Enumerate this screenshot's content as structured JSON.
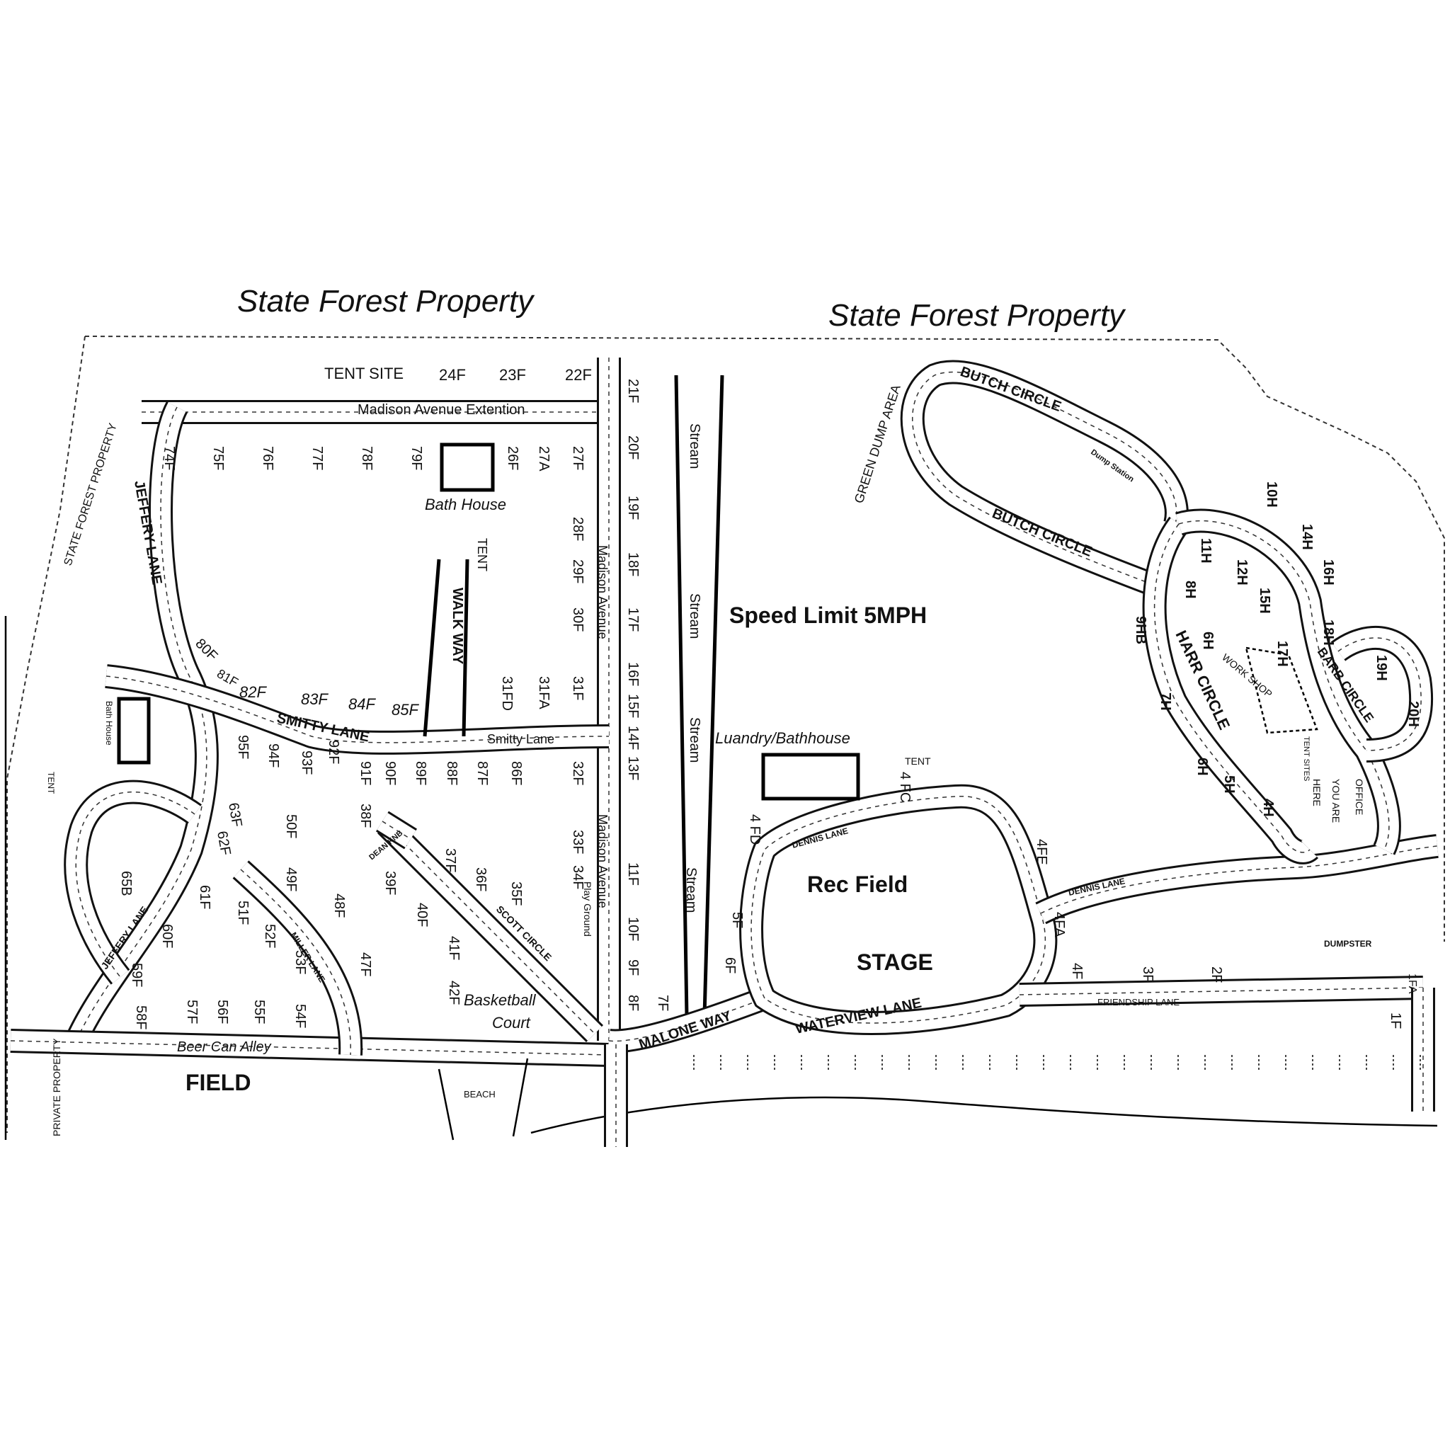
{
  "boundary_labels": {
    "top_left": "State Forest Property",
    "top_right": "State Forest Property",
    "left_vertical": "STATE FOREST PROPERTY",
    "private": "PRIVATE PROPERTY"
  },
  "roads": {
    "madison_ext": "Madison Avenue Extention",
    "madison_1": "Madison Avenue",
    "madison_2": "Madison Avenue",
    "jeffery_upper": "JEFFERY LANE",
    "jeffery_lower": "JEFFERY LANE",
    "smitty_upper": "SMITTY LANE",
    "smitty_lower": "Smitty Lane",
    "walk_way": "WALK WAY",
    "beer_can": "Beer Can Alley",
    "miller": "MILLER LANE",
    "scott": "SCOTT CIRCLE",
    "dean": "DEAN KNB",
    "malone": "MALONE WAY",
    "waterview": "WATERVIEW LANE",
    "friendship": "FRIENDSHIP LANE",
    "dennis_1": "DENNIS LANE",
    "dennis_2": "DENNIS LANE",
    "butch_1": "BUTCH CIRCLE",
    "butch_2": "BUTCH CIRCLE",
    "harr": "HARR CIRCLE",
    "barb": "BARB CIRCLE"
  },
  "places": {
    "tent_site": "TENT SITE",
    "bath_house": "Bath House",
    "bath_house_small": "Bath House",
    "tent_vertical": "TENT",
    "stream": "Stream",
    "speed_limit": "Speed Limit 5MPH",
    "laundry": "Luandry/Bathhouse",
    "tent_fc": "TENT",
    "rec_field": "Rec Field",
    "stage": "STAGE",
    "field": "FIELD",
    "basketball": "Basketball",
    "court": "Court",
    "play_ground": "Play Ground",
    "beach": "BEACH",
    "green_dump": "GREEN DUMP AREA",
    "dump_station": "Dump Station",
    "work_shop": "WORK SHOP",
    "tent_sites": "TENT SITES",
    "you_are": "YOU ARE",
    "here": "HERE",
    "office": "OFFICE",
    "dumpster": "DUMPSTER",
    "tent_left": "TENT"
  },
  "sites": {
    "s24f_top": "24F",
    "s23f": "23F",
    "s22f": "22F",
    "s21f": "21F",
    "s74f": "74F",
    "s75f": "75F",
    "s76f": "76F",
    "s77f": "77F",
    "s78f": "78F",
    "s79f": "79F",
    "s26f": "26F",
    "s27a": "27A",
    "s27f": "27F",
    "s20f": "20F",
    "s19f": "19F",
    "s18f": "18F",
    "s17f": "17F",
    "s16f": "16F",
    "s15f": "15F",
    "s14f": "14F",
    "s13f": "13F",
    "s28f": "28F",
    "s29f": "29F",
    "s30f": "30F",
    "s31fd": "31FD",
    "s31fa": "31FA",
    "s31f": "31F",
    "s80f": "80F",
    "s81f": "81F",
    "s82f": "82F",
    "s83f": "83F",
    "s84f": "84F",
    "s85f": "85F",
    "s95f": "95F",
    "s94f": "94F",
    "s93f": "93F",
    "s92f": "92F",
    "s91f": "91F",
    "s90f": "90F",
    "s89f": "89F",
    "s88f": "88F",
    "s87f": "87F",
    "s86f": "86F",
    "s32f": "32F",
    "s63f": "63F",
    "s62f": "62F",
    "s61f": "61F",
    "s60f": "60F",
    "s59f": "59F",
    "s58f": "58F",
    "s57f": "57F",
    "s56f": "56F",
    "s55f": "55F",
    "s54f": "54F",
    "s65b": "65B",
    "s50f": "50F",
    "s49f": "49F",
    "s48f": "48F",
    "s47f": "47F",
    "s51f": "51F",
    "s52f": "52F",
    "s53f": "53F",
    "s38f": "38F",
    "s39f": "39F",
    "s40f": "40F",
    "s41f": "41F",
    "s42f": "42F",
    "s37f": "37F",
    "s36f": "36F",
    "s35f": "35F",
    "s33f": "33F",
    "s34f": "34F",
    "s11f": "11F",
    "s10f": "10F",
    "s9f": "9F",
    "s8f": "8F",
    "s7f": "7F",
    "s6f": "6F",
    "s5f": "5F",
    "s4fd": "4 FD",
    "s4fc": "4 FC",
    "s4fe": "4FE",
    "s4fa": "4FA",
    "s4f": "4F",
    "s3f": "3F",
    "s2f": "2F",
    "s1f": "1F",
    "s1fa": "1FA",
    "s10h": "10H",
    "s14h": "14H",
    "s16h": "16H",
    "s11h": "11H",
    "s12h": "12H",
    "s15h": "15H",
    "s8h": "8H",
    "s9hb": "9HB",
    "s6h": "6H",
    "s7h": "7H",
    "s17h": "17H",
    "s18h": "18H",
    "s19h": "19H",
    "s20h": "20H",
    "s6h2": "6H",
    "s5h": "5H",
    "s4h": "4H"
  }
}
